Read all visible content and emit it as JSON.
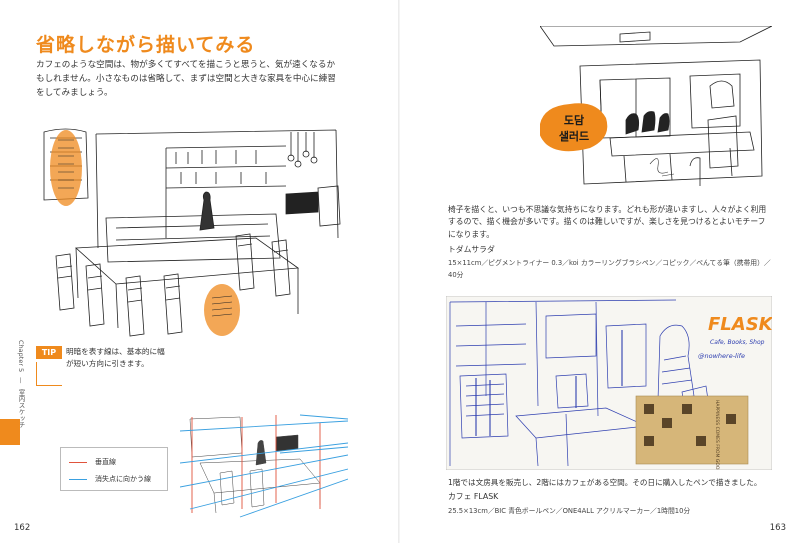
{
  "left_page": {
    "title": "省略しながら描いてみる",
    "lead": "カフェのような空間は、物が多くてすべてを描こうと思うと、気が遠くなるかもしれません。小さなものは省略して、まずは空間と大きな家具を中心に練習をしてみましょう。",
    "tip": {
      "badge": "TIP",
      "text": "明暗を表す線は、基本的に幅が短い方向に引きます。"
    },
    "legend": {
      "vertical_label": "垂直線",
      "vanishing_label": "消失点に向かう線",
      "vertical_color": "#e0533c",
      "vanishing_color": "#3aa0e0"
    },
    "chapter": {
      "number": "Chapter 5",
      "sep": "—",
      "name": "室内スケッチ"
    },
    "page_number": "162"
  },
  "right_page": {
    "sketch1_sign": "도담 샐러드",
    "text1": "椅子を描くと、いつも不思議な気持ちになります。どれも形が違いますし、人々がよく利用するので、描く機会が多いです。描くのは難しいですが、楽しさを見つけるとよいモチーフになります。",
    "caption1_name": "トダムサラダ",
    "caption1_meta": "15×11cm／ピグメントライナー 0.3／koi カラーリングブラシペン／コピック／ぺんてる筆（携帯用）／40分",
    "sketch2_sign": "FLASK",
    "sketch2_sub": "Cafe, Books, Shop",
    "sketch2_handle": "@nowhere-life",
    "sketch2_package": "HAPPINESS COMES FROM GOOD COFFEE",
    "text2": "1階では文房具を販売し、2階にはカフェがある空間。その日に購入したペンで描きました。",
    "caption2_name": "カフェ FLASK",
    "caption2_meta": "25.5×13cm／BIC 青色ボールペン／ONE4ALL アクリルマーカー／1時間10分",
    "page_number": "163"
  },
  "colors": {
    "accent": "#ef8a1d",
    "ink": "#333333",
    "ballpoint_blue": "#2f3fb0"
  }
}
